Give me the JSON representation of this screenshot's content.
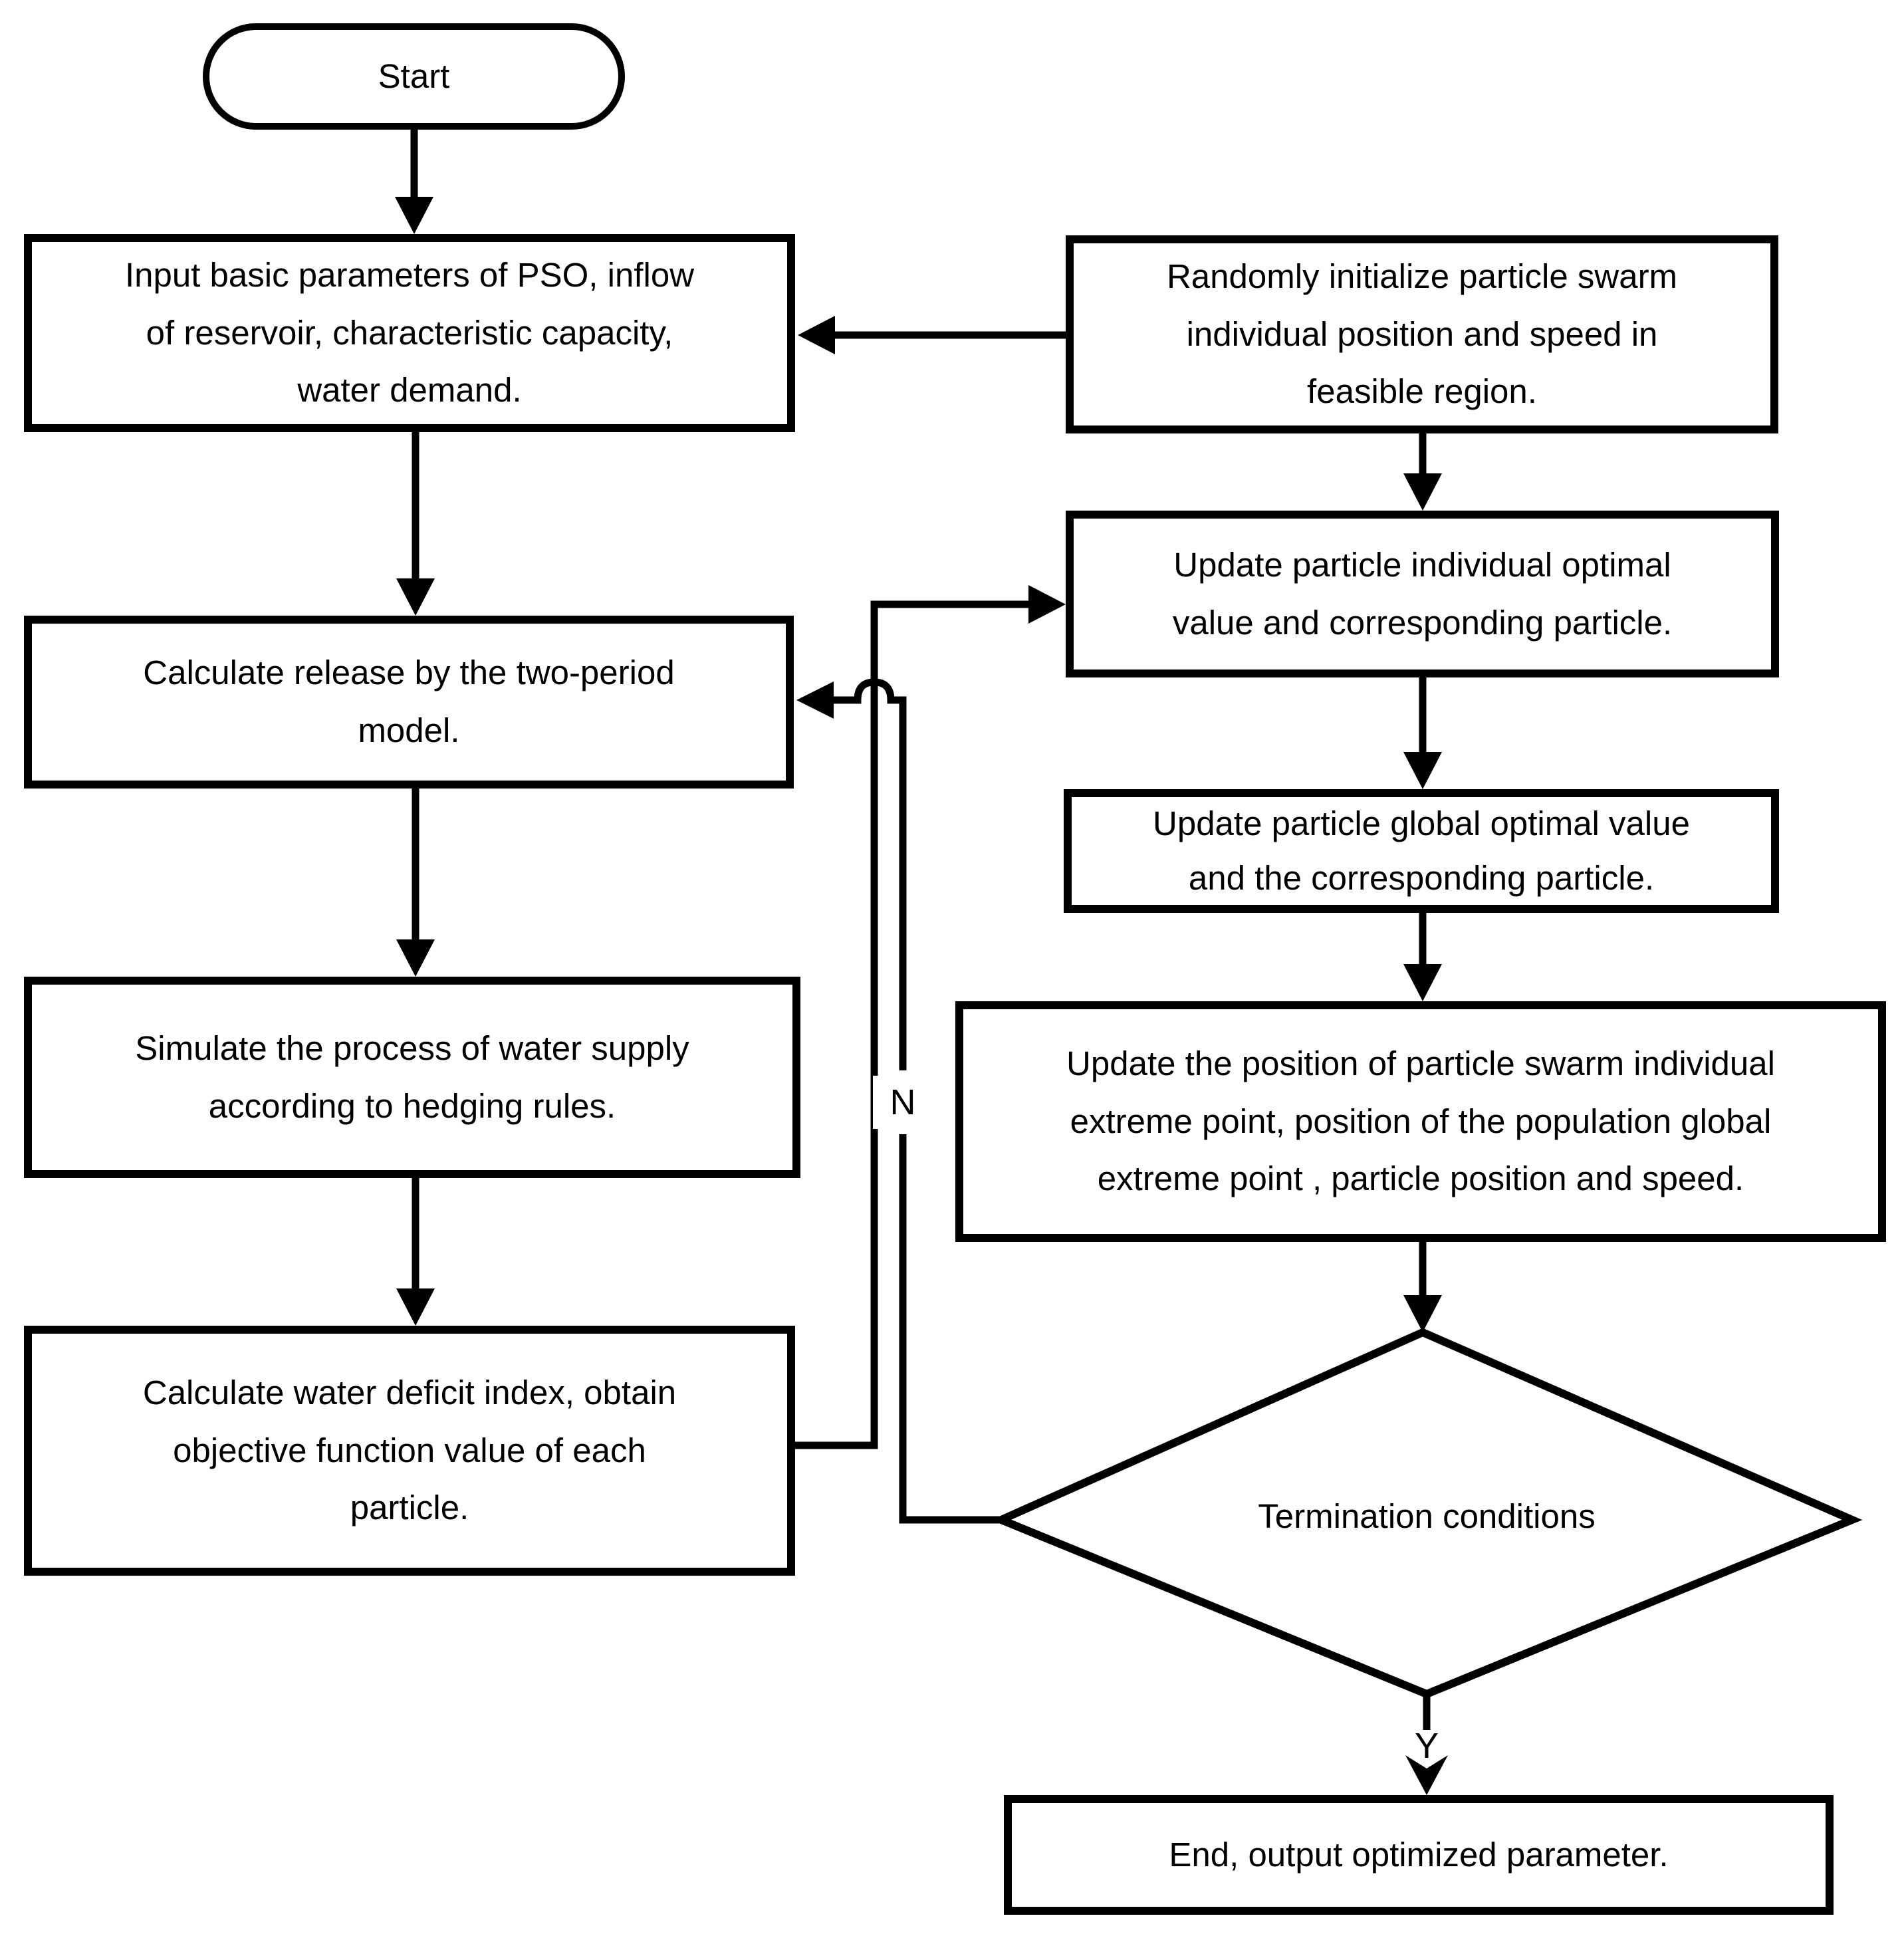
{
  "diagram": {
    "type": "flowchart",
    "colors": {
      "stroke": "#000000",
      "background": "#ffffff",
      "text": "#000000"
    },
    "nodes": {
      "start": {
        "shape": "terminator",
        "label": "Start"
      },
      "input_params": {
        "shape": "process",
        "label": [
          "Input basic parameters of PSO, inflow",
          "of reservoir, characteristic capacity,",
          "water demand."
        ]
      },
      "random_init": {
        "shape": "process",
        "label": [
          "Randomly initialize particle swarm",
          "individual position and speed in",
          "feasible region."
        ]
      },
      "calc_release": {
        "shape": "process",
        "label": [
          "Calculate release by the  two-period",
          "model."
        ]
      },
      "update_individual": {
        "shape": "process",
        "label": [
          "Update particle individual optimal",
          "value and corresponding particle."
        ]
      },
      "update_global": {
        "shape": "process",
        "label": [
          "Update particle global optimal value",
          "and the corresponding particle."
        ]
      },
      "simulate_supply": {
        "shape": "process",
        "label": [
          "Simulate the process of water supply",
          "according to hedging rules."
        ]
      },
      "update_position": {
        "shape": "process",
        "label": [
          "Update the position of particle swarm individual",
          "extreme point, position of the population global",
          "extreme point ,  particle position and speed."
        ]
      },
      "calc_deficit": {
        "shape": "process",
        "label": [
          "Calculate water deficit index, obtain",
          "objective function value of each",
          "particle."
        ]
      },
      "termination": {
        "shape": "decision",
        "label": "Termination conditions"
      },
      "end": {
        "shape": "process",
        "label": "End, output optimized parameter."
      }
    },
    "edge_labels": {
      "no": "N",
      "yes": "Y"
    },
    "edges": [
      {
        "from": "start",
        "to": "input_params"
      },
      {
        "from": "random_init",
        "to": "input_params"
      },
      {
        "from": "input_params",
        "to": "calc_release"
      },
      {
        "from": "calc_release",
        "to": "simulate_supply"
      },
      {
        "from": "simulate_supply",
        "to": "calc_deficit"
      },
      {
        "from": "calc_deficit",
        "to": "update_individual"
      },
      {
        "from": "random_init",
        "to": "update_individual"
      },
      {
        "from": "update_individual",
        "to": "update_global"
      },
      {
        "from": "update_global",
        "to": "update_position"
      },
      {
        "from": "update_position",
        "to": "termination"
      },
      {
        "from": "termination",
        "to": "calc_release",
        "label": "N"
      },
      {
        "from": "termination",
        "to": "end",
        "label": "Y"
      }
    ]
  }
}
